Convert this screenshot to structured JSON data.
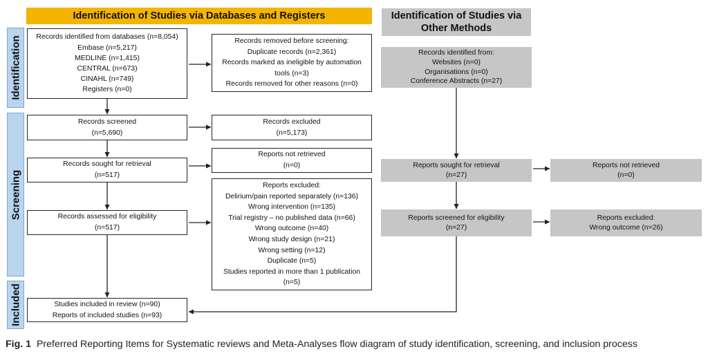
{
  "headers": {
    "databases": "Identification of Studies via Databases and Registers",
    "other_line1": "Identification of Studies via",
    "other_line2": "Other Methods"
  },
  "stages": {
    "identification": "Identification",
    "screening": "Screening",
    "included": "Included"
  },
  "boxes": {
    "records_identified": [
      "Records identified from databases (n=8,054)",
      "Embase (n=5,217)",
      "MEDLINE (n=1,415)",
      "CENTRAL (n=673)",
      "CINAHL (n=749)",
      "Registers (n=0)"
    ],
    "records_removed": [
      "Records removed before screening:",
      "Duplicate records (n=2,361)",
      "Records marked as ineligible by automation",
      "tools (n=3)",
      "Records removed for other reasons (n=0)"
    ],
    "records_screened": [
      "Records screened",
      "(n=5,690)"
    ],
    "records_excluded": [
      "Records excluded",
      "(n=5,173)"
    ],
    "sought_retrieval": [
      "Records sought for retrieval",
      "(n=517)"
    ],
    "not_retrieved": [
      "Reports not retrieved",
      "(n=0)"
    ],
    "assessed_eligibility": [
      "Records assessed for eligibility",
      "(n=517)"
    ],
    "reports_excluded": [
      "Reports excluded:",
      "Delirium/pain reported separately (n=136)",
      "Wrong intervention (n=135)",
      "Trial registry – no published data (n=66)",
      "Wrong outcome (n=40)",
      "Wrong study design (n=21)",
      "Wrong setting (n=12)",
      "Duplicate (n=5)",
      "Studies reported in more than 1 publication",
      "(n=5)"
    ],
    "included": [
      "Studies included in review (n=90)",
      "Reports of included studies (n=93)"
    ],
    "other_identified": [
      "Records identified from:",
      "Websites (n=0)",
      "Organisations (n=0)",
      "Conference Abstracts (n=27)"
    ],
    "other_sought": [
      "Reports sought for retrieval",
      "(n=27)"
    ],
    "other_not_retrieved": [
      "Reports not retrieved",
      "(n=0)"
    ],
    "other_screened": [
      "Reports screened for eligibility",
      "(n=27)"
    ],
    "other_excluded": [
      "Reports excluded:",
      "Wrong outcome (n=26)"
    ]
  },
  "caption": {
    "label": "Fig. 1",
    "text": "Preferred Reporting Items for Systematic reviews and Meta-Analyses flow diagram of study identification, screening, and inclusion process"
  }
}
